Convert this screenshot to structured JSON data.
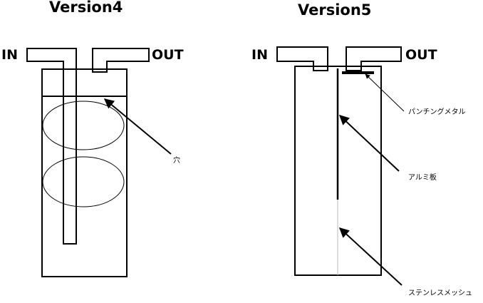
{
  "version4": {
    "title": "Version4",
    "in_label": "IN",
    "out_label": "OUT",
    "callout_hole": "穴"
  },
  "version5": {
    "title": "Version5",
    "in_label": "IN",
    "out_label": "OUT",
    "callout_punching_metal": "パンチングメタル",
    "callout_aluminum_plate": "アルミ板",
    "callout_stainless_mesh": "ステンレスメッシュ"
  },
  "colors": {
    "line": "#000000",
    "mesh_line": "#bbbbbb",
    "background": "#ffffff"
  }
}
